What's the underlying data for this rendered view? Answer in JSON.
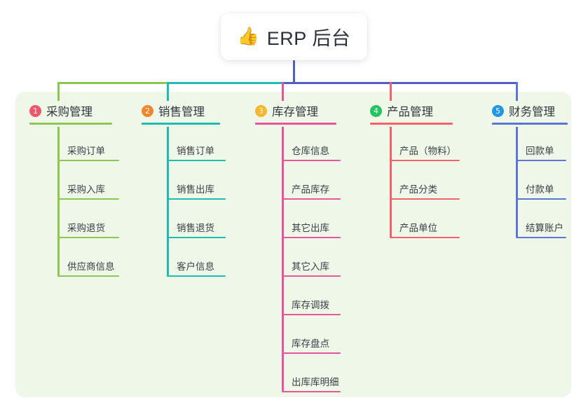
{
  "diagram": {
    "title": "ERP 后台",
    "root": {
      "icon": "thumbs-up-icon",
      "emoji": "👍",
      "label": "ERP 后台",
      "card_bg": "#ffffff",
      "stem_color": "#4f5fc4"
    },
    "panel_bg": "#eef7e8",
    "columns": [
      {
        "index": "1",
        "badge_text": "1",
        "badge_color": "#f0566a",
        "line_color": "#8cc750",
        "title": "采购管理",
        "items": [
          "采购订单",
          "采购入库",
          "采购退货",
          "供应商信息"
        ]
      },
      {
        "index": "2",
        "badge_text": "2",
        "badge_color": "#f3862c",
        "line_color": "#1fbcb0",
        "title": "销售管理",
        "items": [
          "销售订单",
          "销售出库",
          "销售退货",
          "客户信息"
        ]
      },
      {
        "index": "3",
        "badge_text": "3",
        "badge_color": "#f8b62b",
        "line_color": "#e8559a",
        "title": "库存管理",
        "items": [
          "仓库信息",
          "产品库存",
          "其它出库",
          "其它入库",
          "库存调拨",
          "库存盘点",
          "出库库明细"
        ]
      },
      {
        "index": "4",
        "badge_text": "4",
        "badge_color": "#23c65e",
        "line_color": "#f4616b",
        "title": "产品管理",
        "items": [
          "产品（物料）",
          "产品分类",
          "产品单位"
        ]
      },
      {
        "index": "5",
        "badge_text": "5",
        "badge_color": "#2196e6",
        "line_color": "#5b76d6",
        "title": "财务管理",
        "items": [
          "回款单",
          "付款单",
          "结算账户"
        ]
      }
    ]
  }
}
